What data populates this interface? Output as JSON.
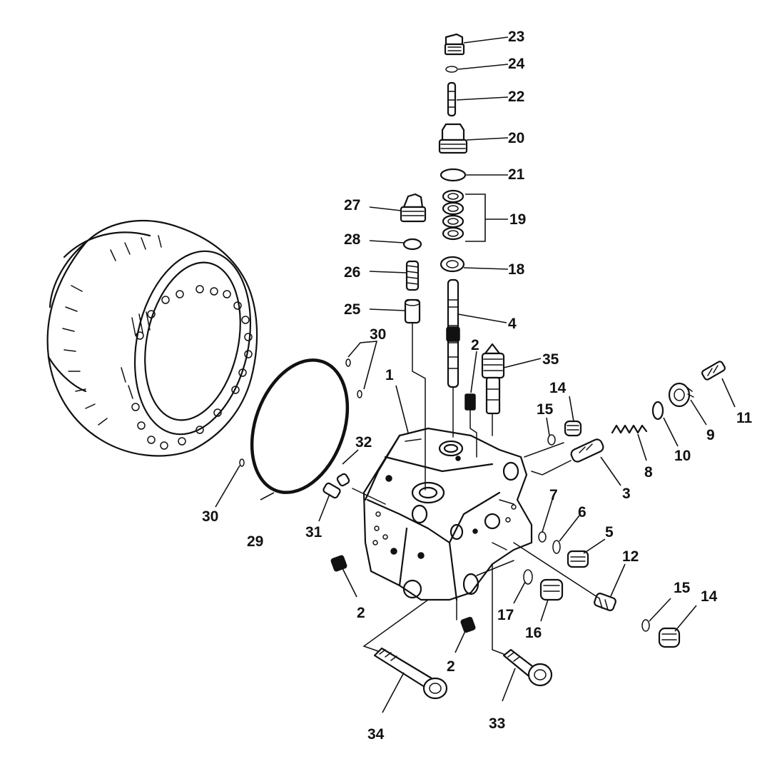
{
  "callouts": {
    "c1": "1",
    "c2a": "2",
    "c2b": "2",
    "c2c": "2",
    "c3": "3",
    "c4": "4",
    "c5": "5",
    "c6": "6",
    "c7": "7",
    "c8": "8",
    "c9": "9",
    "c10": "10",
    "c11": "11",
    "c12": "12",
    "c14a": "14",
    "c14b": "14",
    "c15a": "15",
    "c15b": "15",
    "c16": "16",
    "c17": "17",
    "c18": "18",
    "c19": "19",
    "c20": "20",
    "c21": "21",
    "c22": "22",
    "c23": "23",
    "c24": "24",
    "c25": "25",
    "c26": "26",
    "c27": "27",
    "c28": "28",
    "c29": "29",
    "c30a": "30",
    "c30b": "30",
    "c31": "31",
    "c32": "32",
    "c33": "33",
    "c34": "34",
    "c35": "35"
  }
}
